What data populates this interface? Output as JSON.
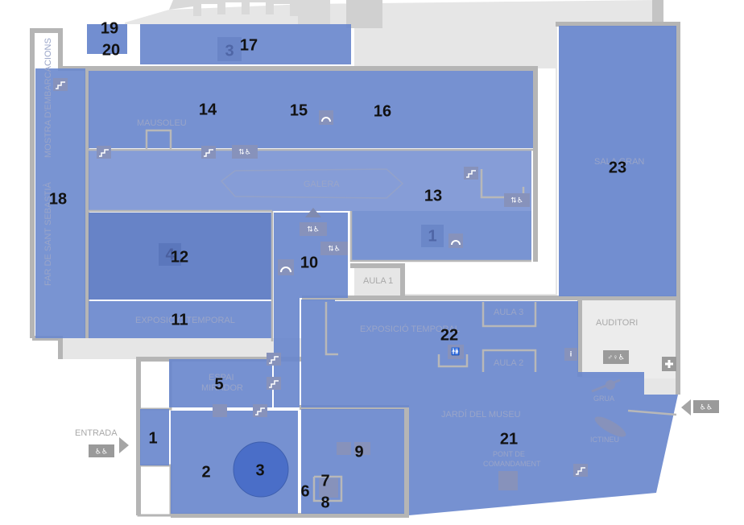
{
  "colors": {
    "room": "#6a88cd",
    "room_dark": "#5a78c2",
    "room_three": "#4a6ec8",
    "floor_gray": "#e6e6e6",
    "wall_gray": "#b5b5b5",
    "icon_gray": "#8c8c8c"
  },
  "labels": {
    "mausoleu": "MAUSOLEU",
    "galera": "GALERA",
    "sala_gran": "SALA GRAN",
    "mostra": "MOSTRA D'EMBARCACIONS",
    "far": "FAR DE SANT SEBASTIÀ",
    "expo_temporal_1": "EXPOSICIÓ TEMPORAL",
    "expo_temporal_2": "EXPOSICIÓ  TEMPORAL",
    "aula1": "AULA 1",
    "aula2": "AULA 2",
    "aula3": "AULA 3",
    "auditori": "AUDITORI",
    "espai_mirador_1": "ESPAI",
    "espai_mirador_2": "MIRADOR",
    "jardi": "JARDÍ DEL MUSEU",
    "pont_1": "PONT DE",
    "pont_2": "COMANDAMENT",
    "grua": "GRUA",
    "ictineu": "ICTINEU",
    "entrada": "ENTRADA"
  },
  "room_numbers": [
    "1",
    "2",
    "3",
    "5",
    "6",
    "7",
    "8",
    "9",
    "10",
    "11",
    "12",
    "13",
    "14",
    "15",
    "16",
    "17",
    "18",
    "19",
    "20",
    "21",
    "22",
    "23"
  ],
  "floor_markers": [
    "3",
    "4",
    "1"
  ],
  "icons": [
    "stairs-icon",
    "elevator-icon",
    "accessible-icon",
    "audio-guide-icon",
    "toilets-icon",
    "info-icon",
    "first-aid-icon",
    "arrow-icon"
  ]
}
